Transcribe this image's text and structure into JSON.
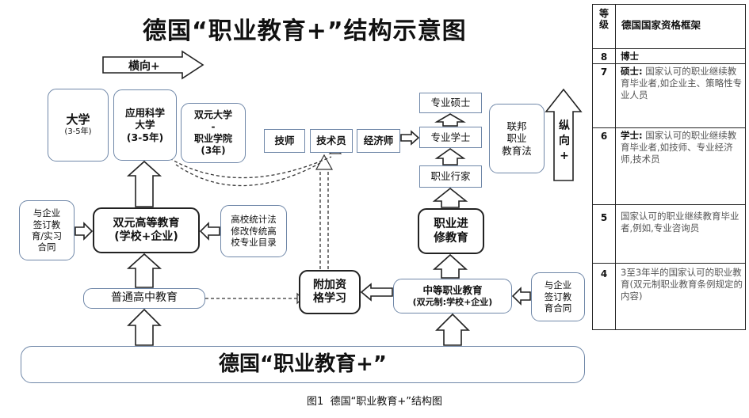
{
  "diagram": {
    "title": "德国“职业教育+”结构示意图",
    "horizontal_arrow_label": "横向+",
    "vertical_arrow_label": "纵\n向\n+",
    "boxes": {
      "university": {
        "label": "大学",
        "sub": "(3-5年)"
      },
      "applied_sciences": "应用科学\n大学\n(3-5年)",
      "dual_university": "双元大学\n-\n职业学院\n(3年)",
      "technician": "技师",
      "engineer": "技术员",
      "economist": "经济师",
      "prof_master": "专业硕士",
      "prof_bachelor": "专业学士",
      "prof_expert": "职业行家",
      "federal_law": "联邦\n职业\n教育法",
      "dual_higher_ed": "双元高等教育\n(学校+企业)",
      "contract_left": "与企业\n签订教\n育/实习\n合同",
      "stats_law": "高校统计法\n修改传统高\n校专业目录",
      "voc_further_ed": "职业进\n修教育",
      "general_high_school": "普通高中教育",
      "additional_quals": "附加资\n格学习",
      "secondary_voc": {
        "label": "中等职业教育",
        "sub": "(双元制:学校+企业)"
      },
      "contract_right": "与企业\n签订教\n育合同",
      "foundation": "德国“职业教育+”"
    },
    "caption": "图1  德国“职业教育+”结构图"
  },
  "table": {
    "headers": {
      "level": "等\n级",
      "framework": "德国国家资格框架"
    },
    "rows": [
      {
        "level": "8",
        "title": "博士",
        "text": ""
      },
      {
        "level": "7",
        "title": "硕士:",
        "text": "国家认可的职业继续教育毕业者,如企业主、策略性专业人员"
      },
      {
        "level": "6",
        "title": "学士:",
        "text": "国家认可的职业继续教育毕业者,如技师、专业经济师,技术员"
      },
      {
        "level": "5",
        "title": "",
        "text": "国家认可的职业继续教育毕业者,例如,专业咨询员"
      },
      {
        "level": "4",
        "title": "",
        "text": "3至3年半的国家认可的职业教育(双元制职业教育条例规定的内容)"
      }
    ]
  }
}
